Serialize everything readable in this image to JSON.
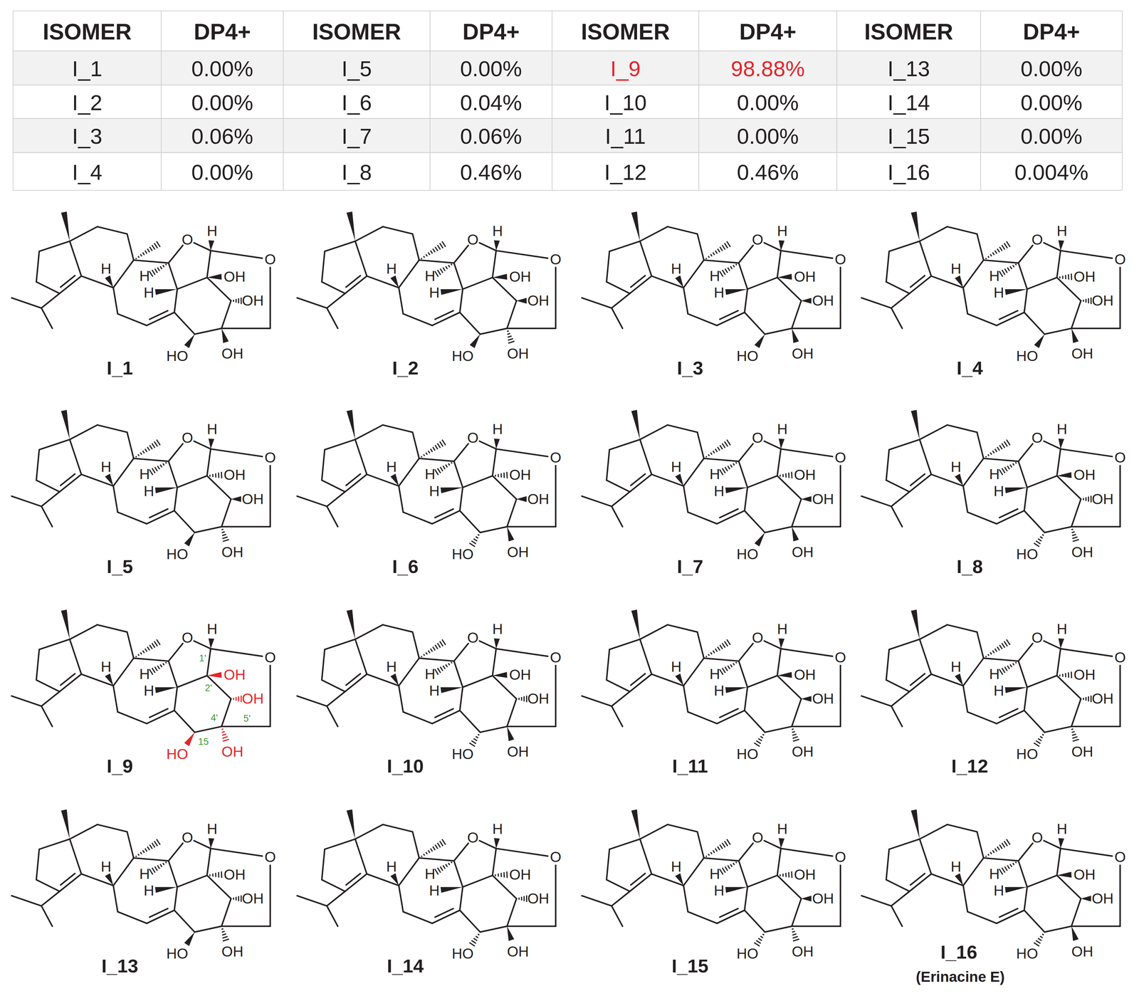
{
  "diagram": {
    "labels": [
      "ISOMER",
      "DP4+",
      "ISOMER",
      "DP4+",
      "ISOMER",
      "DP4+",
      "ISOMER",
      "DP4+",
      "I_1",
      "0.00%",
      "I_5",
      "0.00%",
      "I_9",
      "98.88%",
      "I_13",
      "0.00%",
      "I_2",
      "0.00%",
      "I_6",
      "0.04%",
      "I_10",
      "0.00%",
      "I_14",
      "0.00%",
      "I_3",
      "0.06%",
      "I_7",
      "0.06%",
      "I_11",
      "0.00%",
      "I_15",
      "0.00%",
      "I_4",
      "0.00%",
      "I_8",
      "0.46%",
      "I_12",
      "0.46%",
      "I_16",
      "0.004%",
      "H",
      "H",
      "H",
      "O",
      "H",
      "O",
      "OH",
      "OH",
      "HO",
      "OH",
      "I_1",
      "H",
      "H",
      "H",
      "O",
      "H",
      "O",
      "OH",
      "OH",
      "HO",
      "OH",
      "I_2",
      "H",
      "H",
      "H",
      "O",
      "H",
      "O",
      "OH",
      "OH",
      "HO",
      "OH",
      "I_3",
      "H",
      "H",
      "H",
      "O",
      "H",
      "O",
      "OH",
      "OH",
      "HO",
      "OH",
      "I_4",
      "H",
      "H",
      "H",
      "O",
      "H",
      "O",
      "OH",
      "OH",
      "HO",
      "OH",
      "I_5",
      "H",
      "H",
      "H",
      "O",
      "H",
      "O",
      "OH",
      "OH",
      "HO",
      "OH",
      "I_6",
      "H",
      "H",
      "H",
      "O",
      "H",
      "O",
      "OH",
      "OH",
      "HO",
      "OH",
      "I_7",
      "H",
      "H",
      "H",
      "O",
      "H",
      "O",
      "OH",
      "OH",
      "HO",
      "OH",
      "I_8",
      "H",
      "H",
      "H",
      "O",
      "H",
      "O",
      "OH",
      "OH",
      "HO",
      "OH",
      "I_9",
      "1'",
      "2'",
      "4'",
      "5'",
      "15",
      "H",
      "H",
      "H",
      "O",
      "H",
      "O",
      "OH",
      "OH",
      "HO",
      "OH",
      "I_10",
      "H",
      "H",
      "H",
      "O",
      "H",
      "O",
      "OH",
      "OH",
      "HO",
      "OH",
      "I_11",
      "H",
      "H",
      "H",
      "O",
      "H",
      "O",
      "OH",
      "OH",
      "HO",
      "OH",
      "I_12",
      "H",
      "H",
      "H",
      "O",
      "H",
      "O",
      "OH",
      "OH",
      "HO",
      "OH",
      "I_13",
      "H",
      "H",
      "H",
      "O",
      "H",
      "O",
      "OH",
      "OH",
      "HO",
      "OH",
      "I_14",
      "H",
      "H",
      "H",
      "O",
      "H",
      "O",
      "OH",
      "OH",
      "HO",
      "OH",
      "I_15",
      "H",
      "H",
      "H",
      "O",
      "H",
      "O",
      "OH",
      "OH",
      "HO",
      "OH",
      "I_16",
      "(Erinacine E)"
    ]
  }
}
